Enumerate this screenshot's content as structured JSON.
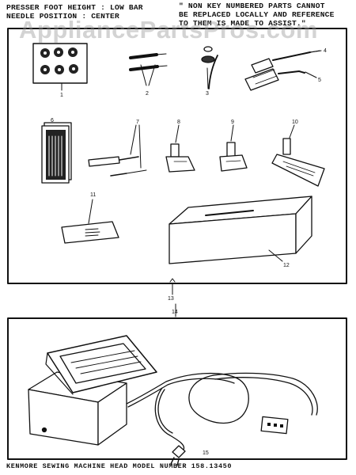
{
  "header": {
    "left_line1": "PRESSER FOOT HEIGHT : LOW BAR",
    "left_line2": "NEEDLE POSITION : CENTER",
    "right_line1": "\" NON KEY NUMBERED PARTS CANNOT",
    "right_line2": "BE REPLACED LOCALLY AND REFERENCE",
    "right_line3": "TO THEM IS MADE TO ASSIST.\""
  },
  "watermark": "AppliancePartsPros.com",
  "callouts": {
    "c1": "1",
    "c2": "2",
    "c3": "3",
    "c4": "4",
    "c5": "5",
    "c6": "6",
    "c7": "7",
    "c8": "8",
    "c9": "9",
    "c10": "10",
    "c11": "11",
    "c12": "12",
    "c13": "13",
    "c14": "14",
    "c15": "15"
  },
  "footer": "KENMORE SEWING MACHINE HEAD MODEL NUMBER 158.13450"
}
